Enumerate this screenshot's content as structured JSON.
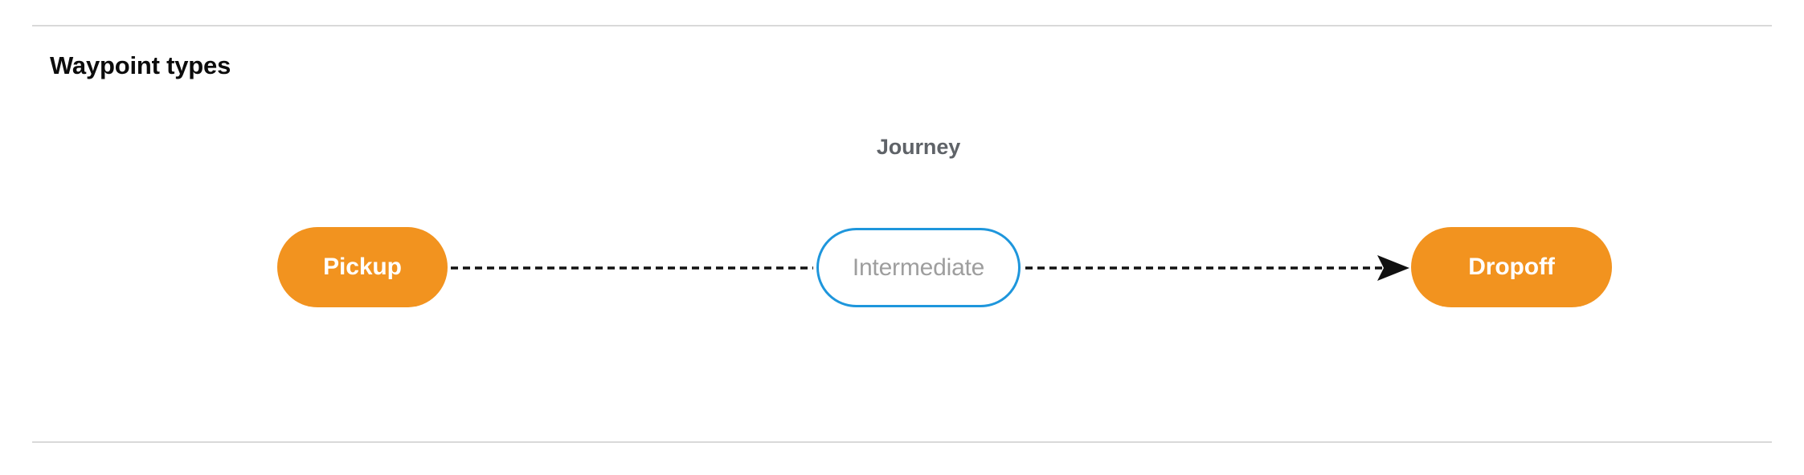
{
  "section": {
    "title": "Waypoint types"
  },
  "diagram": {
    "group_label": "Journey",
    "nodes": [
      {
        "id": "pickup",
        "label": "Pickup",
        "style": "filled",
        "fill": "#f2931f",
        "text_color": "#ffffff",
        "shape": "pill"
      },
      {
        "id": "intermediate",
        "label": "Intermediate",
        "style": "outlined",
        "fill": "#ffffff",
        "stroke": "#1e96dc",
        "text_color": "#9e9e9e",
        "shape": "pill"
      },
      {
        "id": "dropoff",
        "label": "Dropoff",
        "style": "filled",
        "fill": "#f2931f",
        "text_color": "#ffffff",
        "shape": "pill"
      }
    ],
    "edges": [
      {
        "id": "pickup-to-intermediate",
        "from": "pickup",
        "to": "intermediate",
        "line": "dashed",
        "color": "#111111",
        "arrowhead": false
      },
      {
        "id": "intermediate-to-dropoff",
        "from": "intermediate",
        "to": "dropoff",
        "line": "dashed",
        "color": "#111111",
        "arrowhead": true
      }
    ]
  },
  "colors": {
    "accent_orange": "#f2931f",
    "accent_blue": "#1e96dc",
    "divider": "#d9d9d9",
    "muted_text": "#9e9e9e",
    "label_text": "#5f6368",
    "heading_text": "#0c0c0c"
  }
}
